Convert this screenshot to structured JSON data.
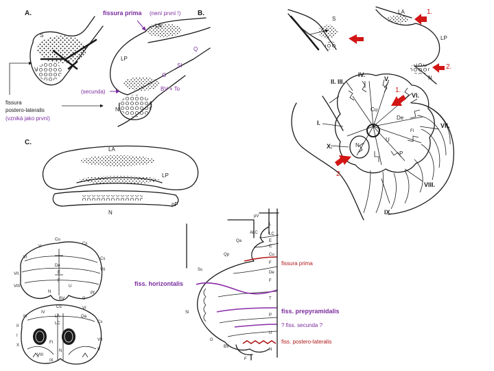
{
  "colors": {
    "ink": "#1a1a1a",
    "purple": "#7a2b9e",
    "red": "#cc1111",
    "fissure_red": "#b01818",
    "fissure_purple": "#8a2aa8"
  },
  "panel_a": {
    "title": "A.",
    "label_s": "S",
    "label_v": "V",
    "fissura_line1": "fissura",
    "fissura_line2": "postero-lateralis",
    "fissura_note": "(vzniká jako první)"
  },
  "panel_b": {
    "title": "B.",
    "fissura_prima": "fissura prima",
    "fissura_prima_note": "(není první !)",
    "label_la": "LA",
    "label_lp": "LP",
    "label_q": "Q",
    "label_si": "SI",
    "label_g": "G",
    "label_bv_to": "BV + To",
    "label_n": "N",
    "secunda": "(secunda)"
  },
  "panel_c": {
    "title": "C.",
    "label_la": "LA",
    "label_lp": "LP",
    "label_n": "N",
    "label_pf": "pF"
  },
  "top_right": {
    "label_s": "S",
    "label_la": "LA",
    "label_lp": "LP",
    "label_n": "N",
    "arrow_1": "1.",
    "arrow_2": "2."
  },
  "right_diagram": {
    "roman_labels": [
      "I.",
      "II.",
      "III.",
      "IV.",
      "V.",
      "VI.",
      "VII.",
      "VIII.",
      "IX.",
      "X."
    ],
    "label_cu": "Cu",
    "label_de": "De",
    "label_fl": "Fl",
    "label_n": "N",
    "label_u": "U",
    "label_p": "P",
    "arrow_1": "1.",
    "arrow_2": "2."
  },
  "bottom_left": {
    "labels_top": [
      "Cu",
      "V",
      "VI",
      "Cs",
      "VII",
      "De",
      "E",
      "VII",
      "Cs",
      "F",
      "VIII",
      "BV",
      "G",
      "U",
      "N",
      "Pf"
    ],
    "labels_bottom": [
      "Cu",
      "IV",
      "LA",
      "VI",
      "III",
      "LC",
      "Cs",
      "Qa",
      "II",
      "I",
      "X",
      "Fl",
      "VIII",
      "IX",
      "N",
      "VII",
      "V"
    ]
  },
  "sagittal": {
    "fissures": [
      {
        "name": "fissura prima",
        "color": "#b01818"
      },
      {
        "name": "fiss. horizontalis",
        "color": "#8a2aa8"
      },
      {
        "name": "fiss. prepyramidalis",
        "color": "#8a2aa8"
      },
      {
        "name": "? fiss. secunda ?",
        "color": "#8a2aa8"
      },
      {
        "name": "fiss. postero-lateralis",
        "color": "#b01818"
      }
    ],
    "lobule_labels": [
      "L",
      "LC",
      "Qa",
      "Qp",
      "Cu",
      "Ss",
      "De",
      "F",
      "T",
      "Si",
      "P",
      "U",
      "G",
      "BV",
      "N",
      "F",
      "pV",
      "ALC",
      "F",
      "C",
      "E"
    ]
  }
}
